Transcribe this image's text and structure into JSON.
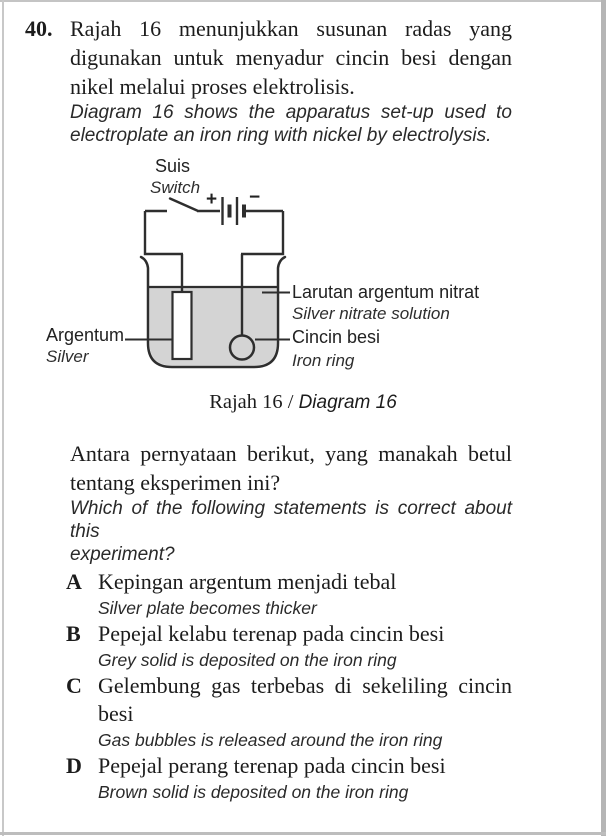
{
  "page": {
    "question_number": "40.",
    "intro_my_lines": [
      "Rajah 16 menunjukkan susunan radas yang",
      "digunakan untuk menyadur cincin besi dengan",
      "nikel melalui proses elektrolisis."
    ],
    "intro_en_lines": [
      "Diagram 16 shows the apparatus set-up used to",
      "electroplate an iron ring with nickel by electrolysis."
    ],
    "caption": {
      "my": "Rajah 16 / ",
      "en": "Diagram 16"
    },
    "question_my_lines": [
      "Antara pernyataan berikut, yang manakah betul",
      "tentang eksperimen ini?"
    ],
    "question_en_lines": [
      "Which of the following statements is correct about this",
      "experiment?"
    ],
    "options": [
      {
        "letter": "A",
        "my_lines": [
          "Kepingan argentum menjadi tebal"
        ],
        "en": "Silver plate becomes thicker"
      },
      {
        "letter": "B",
        "my_lines": [
          "Pepejal kelabu terenap pada cincin besi"
        ],
        "en": "Grey solid is deposited on the iron ring"
      },
      {
        "letter": "C",
        "my_lines": [
          "Gelembung gas terbebas di sekeliling cincin",
          "besi"
        ],
        "en": "Gas bubbles is released around the iron ring"
      },
      {
        "letter": "D",
        "my_lines": [
          "Pepejal perang terenap pada cincin besi"
        ],
        "en": "Brown solid is deposited on the iron ring"
      }
    ]
  },
  "diagram": {
    "labels": {
      "switch_my": "Suis",
      "switch_en": "Switch",
      "battery_plus": "+",
      "battery_minus": "−",
      "electrode_my": "Argentum",
      "electrode_en": "Silver",
      "solution_my": "Larutan argentum nitrat",
      "solution_en": "Silver nitrate solution",
      "ring_my": "Cincin besi",
      "ring_en": "Iron ring"
    },
    "colors": {
      "solution_fill": "#d4d4d4",
      "line": "#2e2e2e"
    }
  }
}
